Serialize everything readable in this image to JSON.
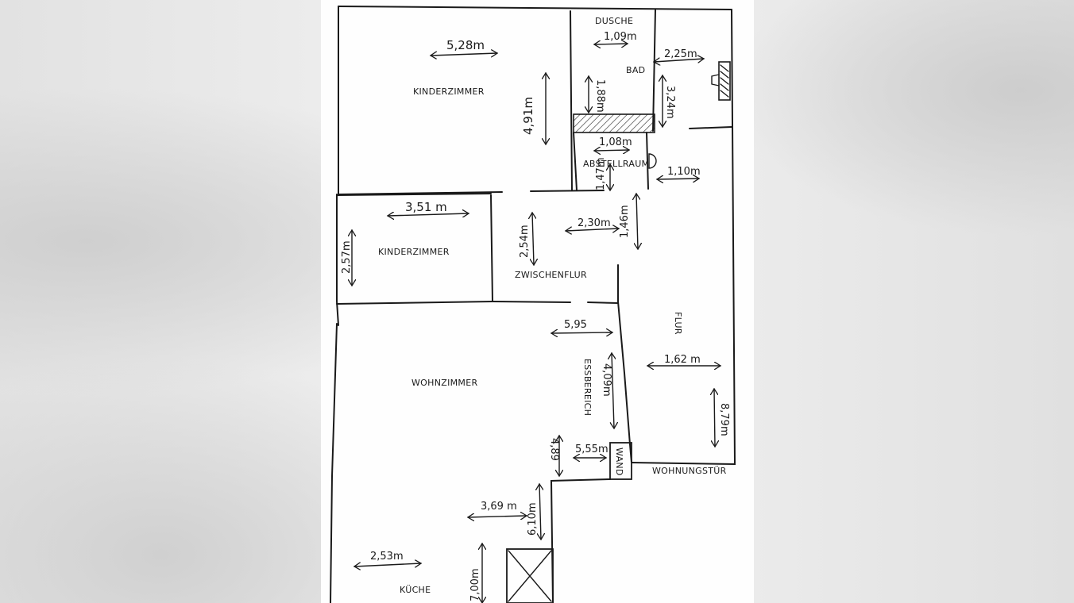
{
  "rooms": {
    "kinderzimmer_1": "KINDERZIMMER",
    "kinderzimmer_2": "KINDERZIMMER",
    "dusche": "DUSCHE",
    "bad": "BAD",
    "abstellraum": "ABSTELLRAUM",
    "zwischenflur": "ZWISCHENFLUR",
    "flur": "FLUR",
    "wohnzimmer": "WOHNZIMMER",
    "essbereich": "ESSBEREICH",
    "kueche": "KÜCHE",
    "wohnungstuer": "WOHNUNGSTÜR",
    "wand": "WAND"
  },
  "dimensions": {
    "kinderzimmer1_width": "5,28m",
    "kinderzimmer1_depth": "4,91m",
    "dusche_width": "1,09m",
    "dusche_depth": "1,88m",
    "bad_width": "2,25m",
    "bad_depth": "3,24m",
    "abstellraum_width": "1,08m",
    "abstellraum_depth": "1,47m",
    "flur_upper_width": "1,10m",
    "kinderzimmer2_width": "3,51 m",
    "kinderzimmer2_depth": "2,57m",
    "zwischenflur_depth": "2,54m",
    "zwischenflur_width": "2,30m",
    "zwischenflur_height": "1,46m",
    "wohnzimmer_width": "5,95",
    "essbereich_depth": "4,09m",
    "flur_width": "1,62 m",
    "flur_depth": "8,79m",
    "wand_offset_depth": "4,89",
    "wand_offset_width": "5,55m",
    "kueche_upper_width": "3,69 m",
    "kueche_total_depth": "6,10m",
    "kueche_width": "2,53m",
    "kueche_depth": "7,00m"
  }
}
